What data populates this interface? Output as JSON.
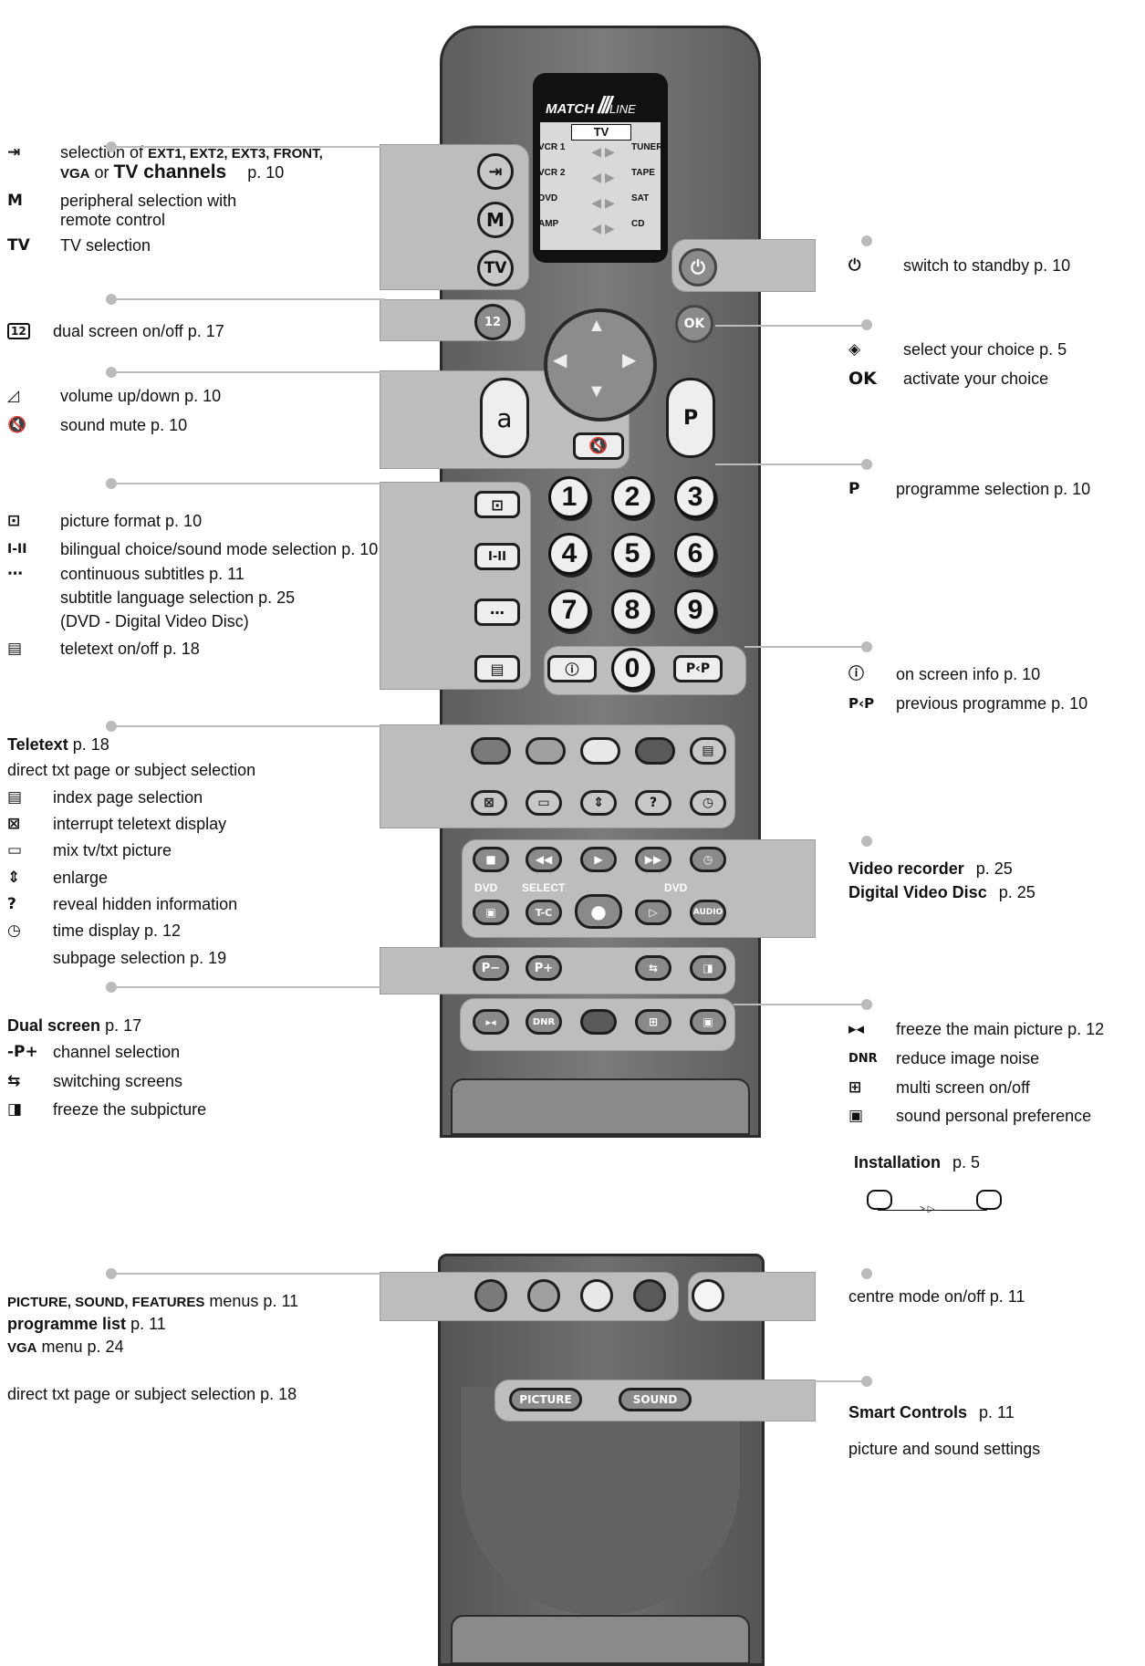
{
  "left": {
    "ext_pre": "selection of ",
    "ext_sc": "EXT1, EXT2, EXT3, FRONT,",
    "vga_sc": "VGA",
    "vga_or": " or ",
    "tv_channels": "TV channels",
    "tv_page": "p. 10",
    "m_icon": "M",
    "m_line1": "peripheral selection with",
    "m_line2": "remote control",
    "tv_icon": "TV",
    "tv_sel": "TV selection",
    "dual_icon": "12",
    "dual": "dual screen on/off  p. 17",
    "volume": "volume up/down  p. 10",
    "mute": "sound mute  p. 10",
    "picfmt": "picture format  p. 10",
    "bilingual_icon": "I-II",
    "bilingual": "bilingual choice/sound mode selection  p. 10",
    "cont_sub": "continuous subtitles  p. 11",
    "sub_lang": "subtitle language selection  p. 25",
    "dvd_note": "(DVD - Digital Video Disc)",
    "teletext_onoff": "teletext on/off  p. 18",
    "teletext_title": "Teletext",
    "teletext_page": "p. 18",
    "direct_txt": "direct txt page or subject selection",
    "index": "index page selection",
    "interrupt": "interrupt teletext display",
    "mix": "mix tv/txt picture",
    "enlarge": "enlarge",
    "reveal": "reveal hidden information",
    "time": "time display  p. 12",
    "subpage": "subpage selection  p. 19",
    "dual_title": "Dual screen",
    "dual_page": "p. 17",
    "pm_icon": "-P+",
    "channel_sel": "channel selection",
    "switching": "switching screens",
    "freeze_sub": "freeze the subpicture",
    "menus_sc": "PICTURE, SOUND, FEATURES",
    "menus": " menus  p. 11",
    "prog_list": "programme list",
    "prog_list_page": "p. 11",
    "vga_menu_sc": "VGA",
    "vga_menu": " menu  p. 24",
    "direct_txt2": "direct txt page or subject selection  p. 18"
  },
  "right": {
    "standby": "switch to standby  p. 10",
    "select_choice": "select your choice  p. 5",
    "ok_icon": "OK",
    "activate": "activate your choice",
    "p_icon": "P",
    "prog_sel": "programme selection  p. 10",
    "info": "on screen info  p. 10",
    "pp_icon": "P‹P",
    "prev_prog": "previous programme  p. 10",
    "video_rec": "Video recorder",
    "video_rec_page": "p. 25",
    "dvd_title": "Digital Video Disc",
    "dvd_page": "p. 25",
    "freeze_main": "freeze the main picture  p. 12",
    "dnr_icon": "DNR",
    "dnr": "reduce image noise",
    "multi": "multi screen on/off",
    "sound_pref": "sound personal preference",
    "install_title": "Installation",
    "install_page": "p. 5",
    "centre": "centre mode on/off  p. 11",
    "smart_title": "Smart Controls",
    "smart_page": "p. 11",
    "smart_desc": "picture and sound settings"
  },
  "remote": {
    "brand": "MATCH",
    "brand_line": "LINE",
    "lcd_tv": "TV",
    "lcd_left": [
      "VCR 1",
      "VCR 2",
      "DVD",
      "AMP"
    ],
    "lcd_right": [
      "TUNER",
      "TAPE",
      "SAT",
      "CD"
    ],
    "m_btn": "M",
    "tv_btn": "TV",
    "dual_btn": "12",
    "ok_btn": "OK",
    "vol_btn": "a",
    "p_btn": "P",
    "digits": [
      "1",
      "2",
      "3",
      "4",
      "5",
      "6",
      "7",
      "8",
      "9"
    ],
    "zero": "0",
    "bilingual_btn": "I-II",
    "pp_btn": "P‹P",
    "dvd1": "DVD",
    "select": "SELECT",
    "dvd2": "DVD",
    "tc": "T-C",
    "audio": "AUDIO",
    "pminus": "P−",
    "pplus": "P+",
    "dnr_btn": "DNR",
    "picture_btn": "PICTURE",
    "sound_btn": "SOUND"
  }
}
